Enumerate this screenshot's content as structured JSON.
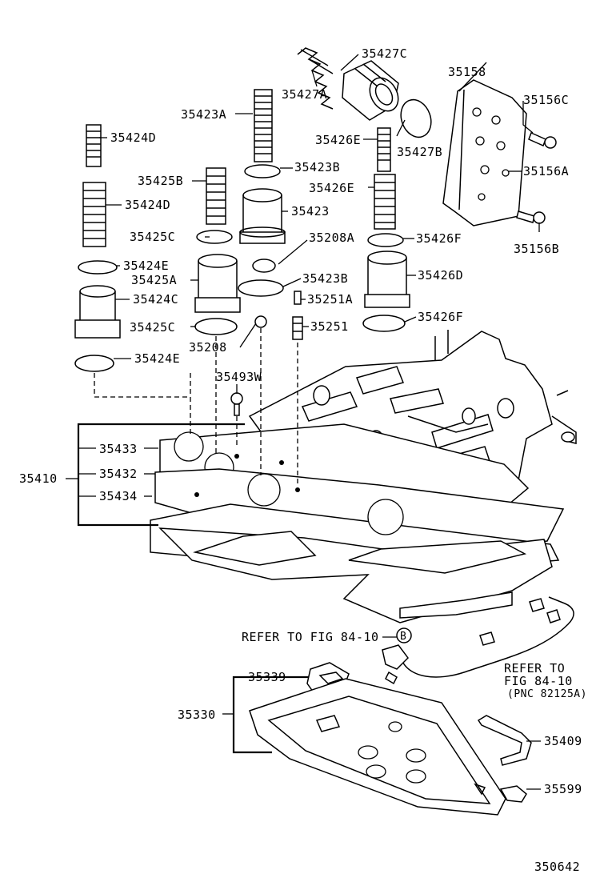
{
  "diagram": {
    "labels": {
      "p35427C": "35427C",
      "p35158": "35158",
      "p35427A": "35427A",
      "p35423A": "35423A",
      "p35156C": "35156C",
      "p35424D_top": "35424D",
      "p35426E_top": "35426E",
      "p35427B": "35427B",
      "p35423B_top": "35423B",
      "p35156A": "35156A",
      "p35425B": "35425B",
      "p35426E_mid": "35426E",
      "p35424D_mid": "35424D",
      "p35423": "35423",
      "p35425C_top": "35425C",
      "p35208A": "35208A",
      "p35426F_top": "35426F",
      "p35156B": "35156B",
      "p35424E_top": "35424E",
      "p35425A": "35425A",
      "p35423B_bot": "35423B",
      "p35426D": "35426D",
      "p35424C": "35424C",
      "p35251A": "35251A",
      "p35425C_bot": "35425C",
      "p35426F_bot": "35426F",
      "p35251": "35251",
      "p35208": "35208",
      "p35424E_bot": "35424E",
      "p35493W": "35493W",
      "p35433": "35433",
      "p35410": "35410",
      "p35432": "35432",
      "p35434": "35434",
      "refer_fig": "REFER TO FIG 84-10",
      "refer_b_marker": "B",
      "refer_right_1": "REFER TO",
      "refer_right_2": "FIG 84-10",
      "refer_right_3": "(PNC 82125A)",
      "p35339": "35339",
      "p35330": "35330",
      "p35409": "35409",
      "p35599": "35599",
      "figure_number": "350642"
    }
  }
}
